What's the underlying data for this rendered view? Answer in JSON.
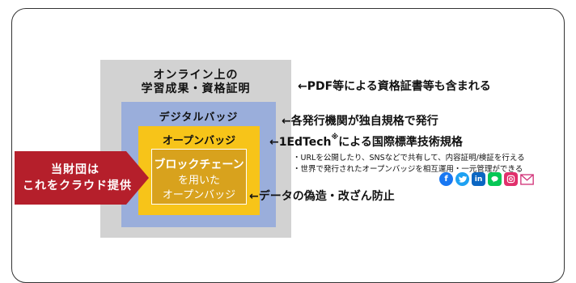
{
  "diagram": {
    "online_label_line1": "オンライン上の",
    "online_label_line2": "学習成果・資格証明",
    "digital_label": "デジタルバッジ",
    "open_label": "オープンバッジ",
    "chain_line1": "ブロックチェーン",
    "chain_line2": "を用いた",
    "chain_line3": "オープンバッジ"
  },
  "callout": {
    "line1": "当財団は",
    "line2": "これをクラウド提供",
    "color": "#b51f2b"
  },
  "notes": {
    "pdf": "←PDF等による資格証書等も含まれる",
    "issue": "←各発行機関が独自規格で発行",
    "oneedtech_prefix": "←1EdTech",
    "oneedtech_mark": "※",
    "oneedtech_suffix": "による国際標準技術規格",
    "bullet1": "・URLを公開したり、SNSなどで共有して、内容証明/検証を行える",
    "bullet2": "・世界で発行されたオープンバッジを相互運用・一元管理ができる",
    "forgery": "←データの偽造・改ざん防止"
  },
  "sns_icons": [
    "facebook-icon",
    "twitter-icon",
    "linkedin-icon",
    "line-icon",
    "instagram-icon",
    "mail-icon"
  ],
  "colors": {
    "online_box": "#d2d2d2",
    "digital_box": "#9aaedb",
    "open_box": "#f7c419",
    "chain_box": "#d8a21d",
    "callout": "#b51f2b"
  }
}
